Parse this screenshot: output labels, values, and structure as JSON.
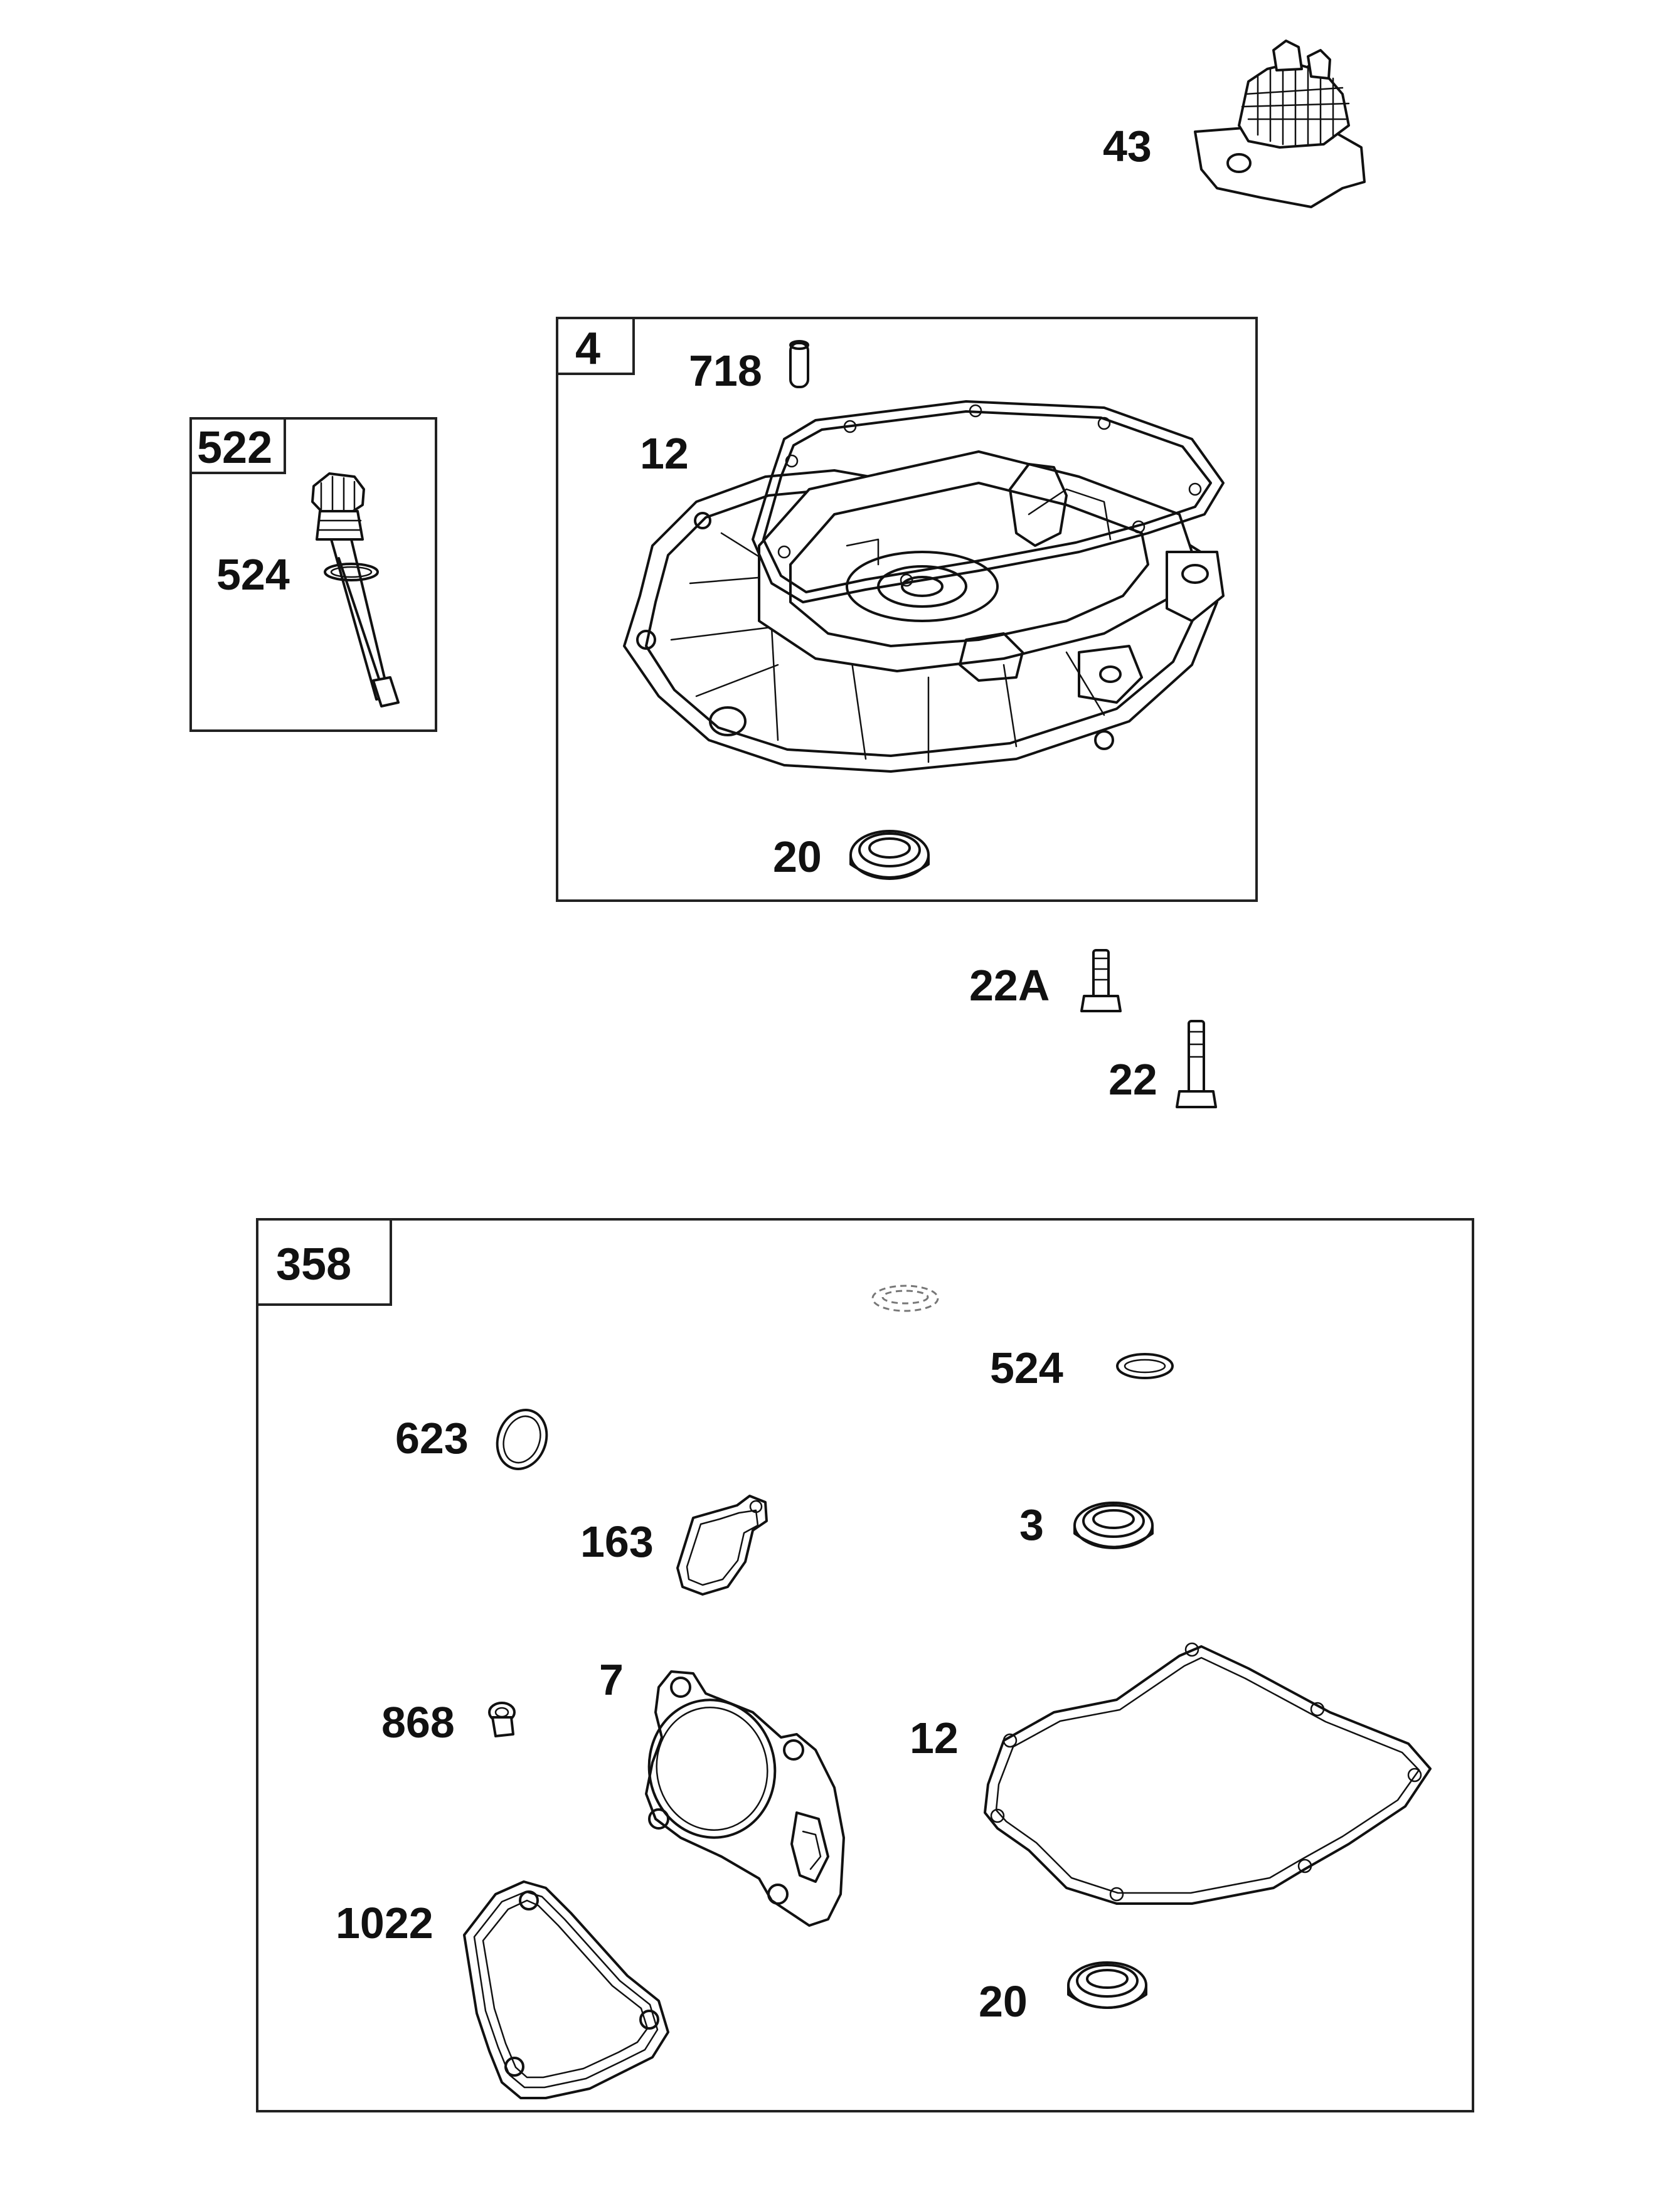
{
  "groups": {
    "g4": {
      "tab": "4"
    },
    "g522": {
      "tab": "522"
    },
    "g358": {
      "tab": "358"
    }
  },
  "labels": {
    "p43": "43",
    "p718": "718",
    "p12_top": "12",
    "p20_top": "20",
    "p524_top": "524",
    "p22A": "22A",
    "p22": "22",
    "p524_kit": "524",
    "p623": "623",
    "p163": "163",
    "p3": "3",
    "p7": "7",
    "p868": "868",
    "p12_kit": "12",
    "p1022": "1022",
    "p20_kit": "20"
  }
}
